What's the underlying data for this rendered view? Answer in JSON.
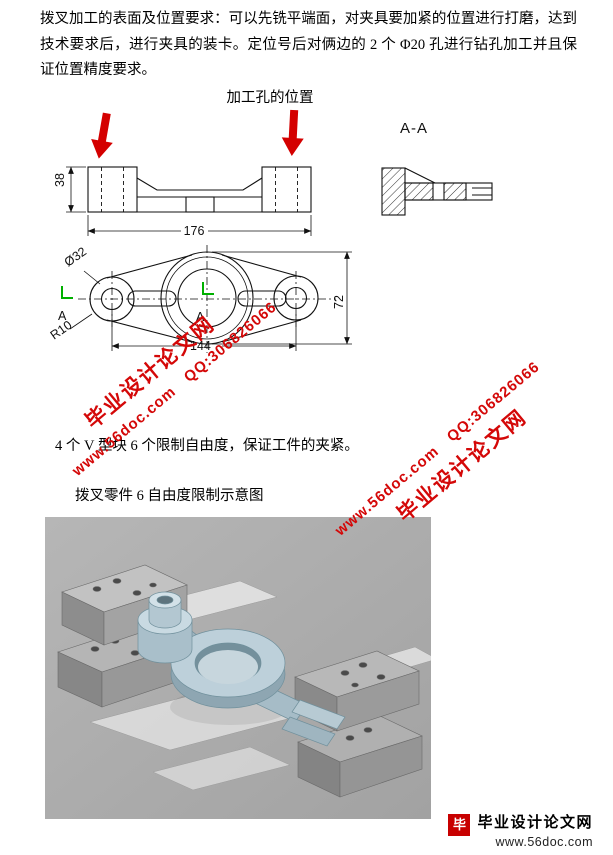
{
  "document": {
    "paragraph": "拨叉加工的表面及位置要求：可以先铣平端面，对夹具要加紧的位置进行打磨，达到技术要求后，进行夹具的装卡。定位号后对俩边的 2 个 Φ20 孔进行钻孔加工并且保证位置精度要求。",
    "drawing_caption": "加工孔的位置",
    "clamp_note": "4 个 V 型块 6 个限制自由度，保证工件的夹紧。",
    "dof_caption": "拨叉零件 6 自由度限制示意图"
  },
  "drawing": {
    "section_label": "A-A",
    "cut_label": "A",
    "dims": {
      "height": "38",
      "overall": "176",
      "bore": "Ø32",
      "width": "72",
      "fillet": "R10",
      "center_distance": "144"
    }
  },
  "watermarks": [
    {
      "site": "毕业设计论文网",
      "contact": "www.56doc.com　QQ:306826066"
    },
    {
      "site": "毕业设计论文网",
      "contact": "www.56doc.com　QQ:306826066"
    }
  ],
  "footer_logo": {
    "icon_char": "毕",
    "site": "毕业设计论文网",
    "url": "www.56doc.com"
  },
  "colors": {
    "watermark": "#d40808",
    "arrow": "#d40000",
    "axis_mark": "#00b000",
    "logo": "#c80000"
  }
}
